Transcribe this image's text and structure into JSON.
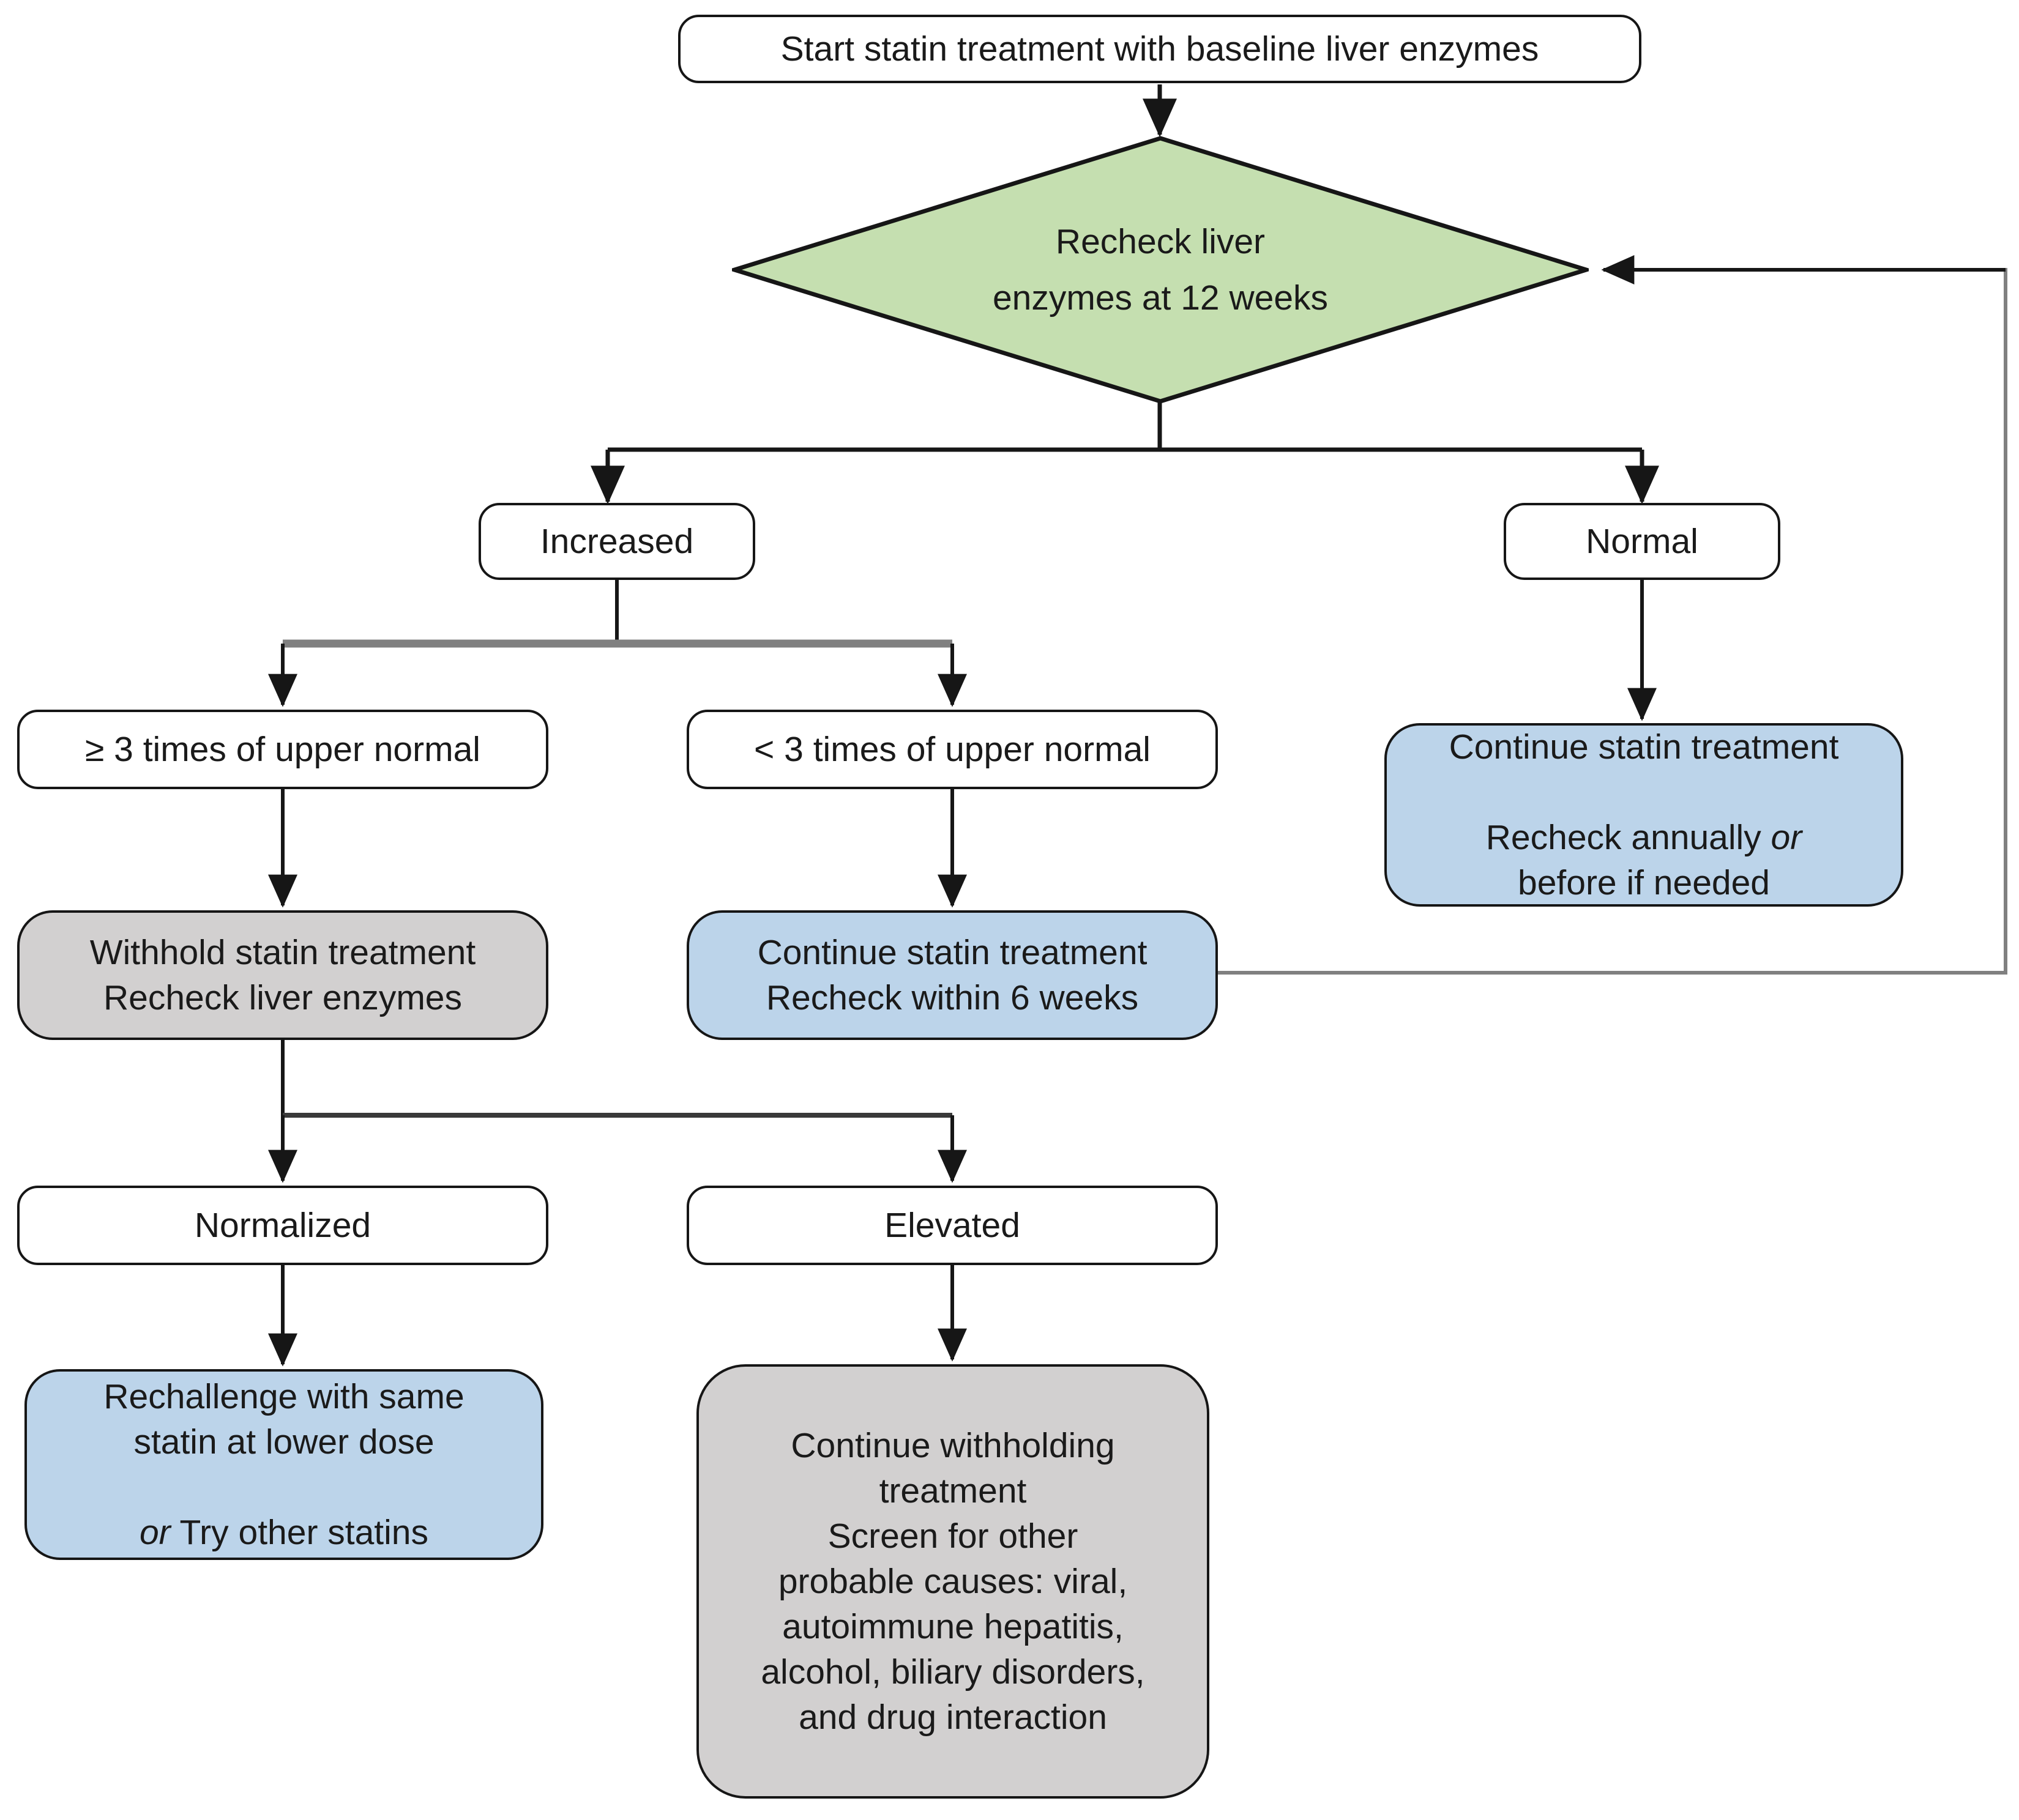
{
  "diagram": {
    "title": "Statin treatment liver enzyme monitoring algorithm",
    "colors": {
      "decision_green": "#c5dfb0",
      "action_blue": "#bcd4ea",
      "action_gray": "#d2d0d0",
      "node_white": "#ffffff",
      "stroke_black": "#161616",
      "stroke_gray": "#808080",
      "text": "#1a1a1a"
    },
    "nodes": {
      "start": {
        "label": "Start statin treatment with baseline liver enzymes",
        "shape": "rounded-rectangle",
        "fill": "white"
      },
      "recheck_decision": {
        "label": "Recheck liver\nenzymes at 12 weeks",
        "shape": "diamond",
        "fill": "green"
      },
      "increased": {
        "label": "Increased",
        "shape": "rounded-rectangle",
        "fill": "white"
      },
      "normal": {
        "label": "Normal",
        "shape": "rounded-rectangle",
        "fill": "white"
      },
      "ge3x": {
        "label": "≥ 3 times of upper normal",
        "shape": "rounded-rectangle",
        "fill": "white"
      },
      "lt3x": {
        "label": "< 3 times of upper normal",
        "shape": "rounded-rectangle",
        "fill": "white"
      },
      "continue_annually": {
        "line1": "Continue statin treatment",
        "line2_pre": "Recheck annually ",
        "line2_italic": "or",
        "line3": "before if needed",
        "shape": "rounded-rectangle",
        "fill": "blue"
      },
      "withhold": {
        "label": "Withhold statin treatment\nRecheck liver enzymes",
        "shape": "rounded-rectangle",
        "fill": "gray"
      },
      "continue_6weeks": {
        "label": "Continue statin treatment\nRecheck within 6 weeks",
        "shape": "rounded-rectangle",
        "fill": "blue"
      },
      "normalized": {
        "label": "Normalized",
        "shape": "rounded-rectangle",
        "fill": "white"
      },
      "elevated": {
        "label": "Elevated",
        "shape": "rounded-rectangle",
        "fill": "white"
      },
      "rechallenge": {
        "line1": "Rechallenge with same",
        "line2": "statin at lower dose",
        "line3_italic": "or",
        "line3_rest": " Try other statins",
        "shape": "rounded-rectangle",
        "fill": "blue"
      },
      "continue_withholding": {
        "label": "Continue withholding\ntreatment\nScreen for other\nprobable causes: viral,\nautoimmune hepatitis,\nalcohol, biliary disorders,\nand drug interaction",
        "shape": "rounded-rectangle",
        "fill": "gray"
      }
    },
    "edges": [
      {
        "from": "start",
        "to": "recheck_decision",
        "style": "arrow"
      },
      {
        "from": "recheck_decision",
        "to": "increased",
        "style": "arrow"
      },
      {
        "from": "recheck_decision",
        "to": "normal",
        "style": "arrow"
      },
      {
        "from": "increased",
        "to": "ge3x",
        "style": "arrow"
      },
      {
        "from": "increased",
        "to": "lt3x",
        "style": "arrow"
      },
      {
        "from": "normal",
        "to": "continue_annually",
        "style": "arrow"
      },
      {
        "from": "ge3x",
        "to": "withhold",
        "style": "arrow"
      },
      {
        "from": "lt3x",
        "to": "continue_6weeks",
        "style": "arrow"
      },
      {
        "from": "continue_6weeks",
        "to": "recheck_decision",
        "style": "feedback-loop-arrow"
      },
      {
        "from": "withhold",
        "to": "normalized",
        "style": "arrow"
      },
      {
        "from": "withhold",
        "to": "elevated",
        "style": "arrow"
      },
      {
        "from": "normalized",
        "to": "rechallenge",
        "style": "arrow"
      },
      {
        "from": "elevated",
        "to": "continue_withholding",
        "style": "arrow"
      }
    ]
  }
}
